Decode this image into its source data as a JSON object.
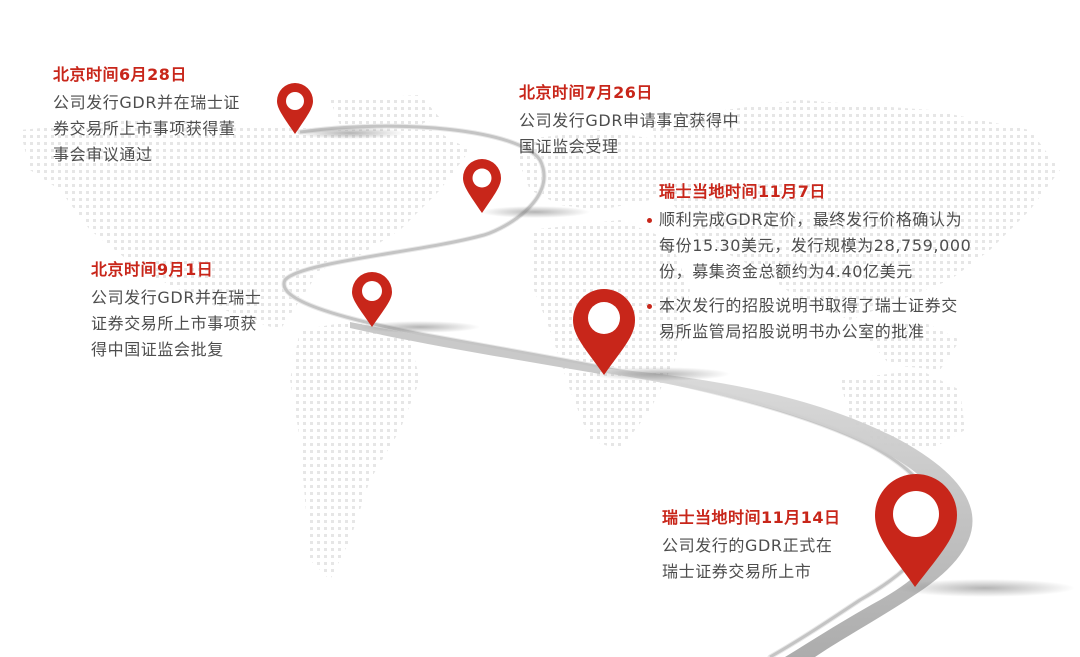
{
  "diagram": {
    "type": "timeline-roadmap",
    "accent_color": "#c8261a",
    "text_color": "#4d4d4d",
    "road_color": "#b9b9b9",
    "background_motif": "dotted-world-map",
    "pin_icon": "map-pin-icon"
  },
  "events": [
    {
      "title": "北京时间6月28日",
      "lines": [
        "公司发行GDR并在瑞士证",
        "券交易所上市事项获得董",
        "事会审议通过"
      ]
    },
    {
      "title": "北京时间7月26日",
      "lines": [
        "公司发行GDR申请事宜获得中",
        "国证监会受理"
      ]
    },
    {
      "title": "北京时间9月1日",
      "lines": [
        "公司发行GDR并在瑞士",
        "证券交易所上市事项获",
        "得中国证监会批复"
      ]
    },
    {
      "title": "瑞士当地时间11月7日",
      "bullets": [
        {
          "lines": [
            "顺利完成GDR定价，最终发行价格确认为",
            "每份15.30美元，发行规模为28,759,000",
            "份，募集资金总额约为4.40亿美元"
          ]
        },
        {
          "lines": [
            "本次发行的招股说明书取得了瑞士证券交",
            "易所监管局招股说明书办公室的批准"
          ]
        }
      ]
    },
    {
      "title": "瑞士当地时间11月14日",
      "lines": [
        "公司发行的GDR正式在",
        "瑞士证券交易所上市"
      ]
    }
  ]
}
